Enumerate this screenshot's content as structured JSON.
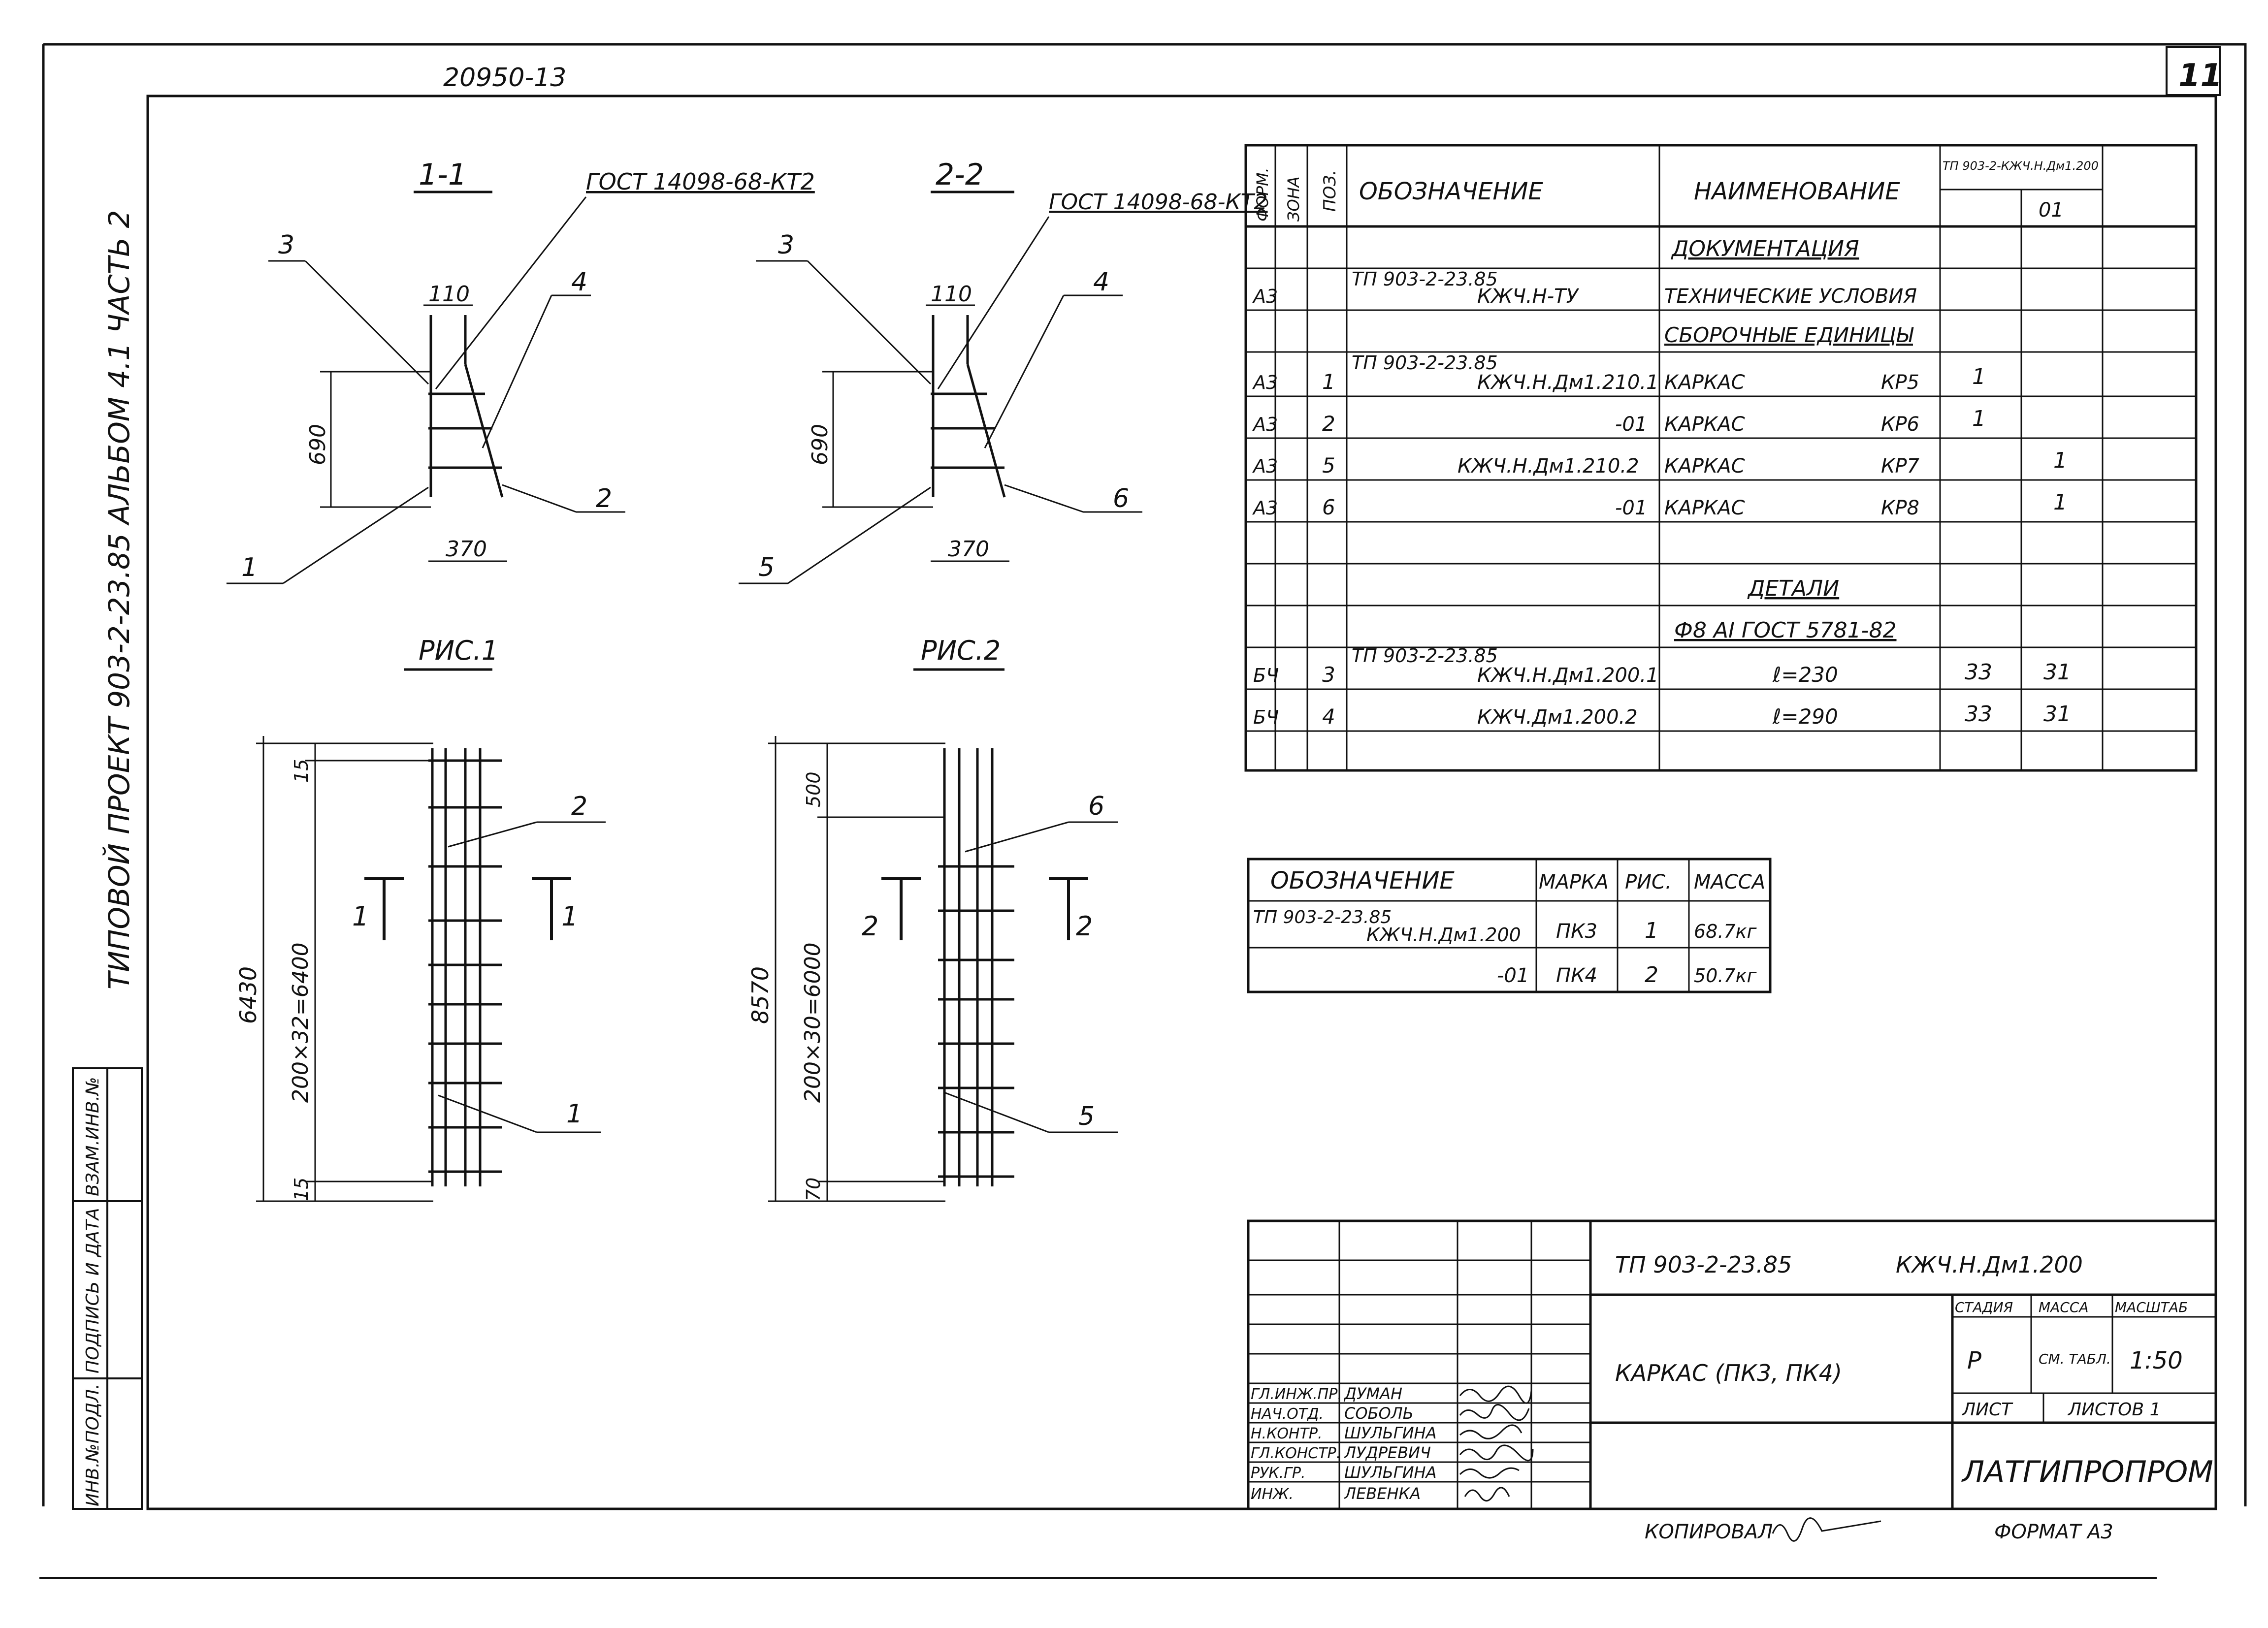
{
  "header": {
    "archive_no": "20950-13",
    "sheet_no": "11"
  },
  "side_stamp": {
    "vertical_title": "ТИПОВОЙ ПРОЕКТ 903-2-23.85 АЛЬБОМ 4.1 ЧАСТЬ 2",
    "inv_no_podl": "ИНВ.№ПОДЛ.",
    "signature_date": "ПОДПИСЬ И ДАТА",
    "vzam_inv": "ВЗАМ.ИНВ.№"
  },
  "section_1": {
    "title": "1-1",
    "gost": "ГОСТ 14098-68-КТ2",
    "dims": {
      "top": "110",
      "height": "690",
      "bottom": "370"
    },
    "leaders": [
      "3",
      "4",
      "1",
      "2"
    ]
  },
  "section_2": {
    "title": "2-2",
    "gost": "ГОСТ 14098-68-КТ2",
    "dims": {
      "top": "110",
      "height": "690",
      "bottom": "370"
    },
    "leaders": [
      "3",
      "4",
      "5",
      "6"
    ]
  },
  "figure_1": {
    "caption": "РИС.1",
    "dims": {
      "total": "6430",
      "span": "200×32=6400",
      "top_end": "15",
      "bottom_end": "15"
    },
    "leaders": [
      "2",
      "1"
    ],
    "cut_label": "1"
  },
  "figure_2": {
    "caption": "РИС.2",
    "dims": {
      "total": "8570",
      "span": "200×30=6000",
      "top_end": "500",
      "bottom_end": "70"
    },
    "leaders": [
      "6",
      "5"
    ],
    "cut_label": "2"
  },
  "spec_table": {
    "headers": {
      "format": "ФОРМ.",
      "zone": "ЗОНА",
      "pos": "ПОЗ.",
      "designation": "ОБОЗНАЧЕНИЕ",
      "name": "НАИМЕНОВАНИЕ",
      "doc_ref": "ТП 903-2-КЖЧ.Н.Дм1.200",
      "col_01": "01"
    },
    "sections": {
      "documentation": "ДОКУМЕНТАЦИЯ",
      "assemblies": "СБОРОЧНЫЕ ЕДИНИЦЫ",
      "details": "ДЕТАЛИ",
      "details_material": "Ф8 АI ГОСТ 5781-82"
    },
    "rows": [
      {
        "format": "А3",
        "pos": "",
        "designation_top": "ТП 903-2-23.85",
        "designation": "КЖЧ.Н-ТУ",
        "name": "ТЕХНИЧЕСКИЕ УСЛОВИЯ",
        "mark": "",
        "q1": "",
        "q2": ""
      },
      {
        "format": "А3",
        "pos": "1",
        "designation_top": "ТП 903-2-23.85",
        "designation": "КЖЧ.Н.Дм1.210.1",
        "name": "КАРКАС",
        "mark": "КР5",
        "q1": "1",
        "q2": ""
      },
      {
        "format": "А3",
        "pos": "2",
        "designation_top": "",
        "designation": "-01",
        "name": "КАРКАС",
        "mark": "КР6",
        "q1": "1",
        "q2": ""
      },
      {
        "format": "А3",
        "pos": "5",
        "designation_top": "",
        "designation": "КЖЧ.Н.Дм1.210.2",
        "name": "КАРКАС",
        "mark": "КР7",
        "q1": "",
        "q2": "1"
      },
      {
        "format": "А3",
        "pos": "6",
        "designation_top": "",
        "designation": "-01",
        "name": "КАРКАС",
        "mark": "КР8",
        "q1": "",
        "q2": "1"
      },
      {
        "format": "БЧ",
        "pos": "3",
        "designation_top": "ТП 903-2-23.85",
        "designation": "КЖЧ.Н.Дм1.200.1",
        "name": "ℓ=230",
        "mark": "",
        "q1": "33",
        "q2": "31"
      },
      {
        "format": "БЧ",
        "pos": "4",
        "designation_top": "",
        "designation": "КЖЧ.Дм1.200.2",
        "name": "ℓ=290",
        "mark": "",
        "q1": "33",
        "q2": "31"
      }
    ]
  },
  "mass_table": {
    "headers": {
      "designation": "ОБОЗНАЧЕНИЕ",
      "mark": "МАРКА",
      "fig": "РИС.",
      "mass": "МАССА"
    },
    "rows": [
      {
        "designation_top": "ТП 903-2-23.85",
        "designation": "КЖЧ.Н.Дм1.200",
        "mark": "ПК3",
        "fig": "1",
        "mass": "68.7кг"
      },
      {
        "designation_top": "",
        "designation": "-01",
        "mark": "ПК4",
        "fig": "2",
        "mass": "50.7кг"
      }
    ]
  },
  "title_block": {
    "project": "ТП 903-2-23.85",
    "doc_code": "КЖЧ.Н.Дм1.200",
    "drawing_name": "КАРКАС (ПК3, ПК4)",
    "stage_label": "СТАДИЯ",
    "mass_label": "МАССА",
    "scale_label": "МАСШТАБ",
    "stage": "Р",
    "mass": "СМ. ТАБЛ.",
    "scale": "1:50",
    "sheet_label": "ЛИСТ",
    "sheets_label": "ЛИСТОВ 1",
    "organization": "ЛАТГИПРОПРОМ",
    "staff": [
      {
        "role": "ГЛ.ИНЖ.ПР.",
        "name": "ДУМАН"
      },
      {
        "role": "НАЧ.ОТД.",
        "name": "СОБОЛЬ"
      },
      {
        "role": "Н.КОНТР.",
        "name": "ШУЛЬГИНА"
      },
      {
        "role": "ГЛ.КОНСТР.",
        "name": "ЛУДРЕВИЧ"
      },
      {
        "role": "РУК.ГР.",
        "name": "ШУЛЬГИНА"
      },
      {
        "role": "ИНЖ.",
        "name": "ЛЕВЕНКА"
      }
    ]
  },
  "footer": {
    "copied_by": "КОПИРОВАЛ",
    "format": "ФОРМАТ А3"
  }
}
